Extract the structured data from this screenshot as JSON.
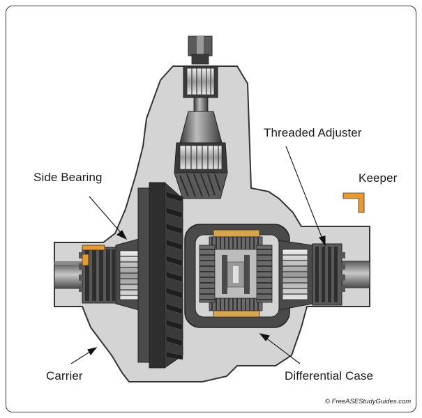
{
  "labels": {
    "threaded_adjuster": "Threaded Adjuster",
    "side_bearing": "Side Bearing",
    "keeper": "Keeper",
    "carrier": "Carrier",
    "differential_case": "Differential Case"
  },
  "copyright": "© FreeASEStudyGuides.com",
  "colors": {
    "housing": "#d4d4d4",
    "outline": "#333333",
    "steel_dark": "#3a3a3a",
    "steel_mid": "#7a7a7a",
    "steel_light": "#b8b8b8",
    "keeper": "#e89a2a",
    "brass": "#d9a44e"
  }
}
